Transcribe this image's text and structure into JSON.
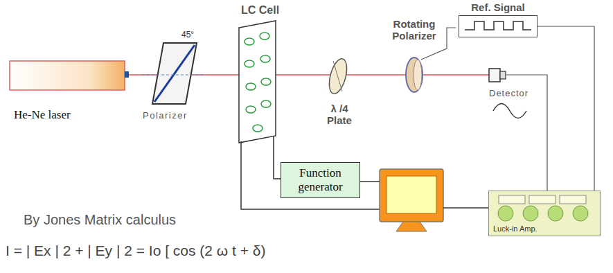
{
  "diagram": {
    "nodes": [
      {
        "text": [
          "Ref. Signal"
        ]
      },
      {
        "text": [
          "Function generator"
        ]
      },
      {
        "text": [
          "Luck-in Amp."
        ]
      }
    ],
    "edges": [
      {
        "from": 0,
        "to": 2,
        "arrow": "none"
      }
    ],
    "labels": [
      "He-Ne laser",
      "Polarizer",
      "45°",
      "LC Cell",
      "λ /4 Plate",
      "Rotating Polarizer",
      "Detector",
      "By Jones Matrix calculus",
      "I =  | Ex  | 2 +  | Ey  | 2 = Io [ cos (2  ω  t +  δ)"
    ]
  }
}
